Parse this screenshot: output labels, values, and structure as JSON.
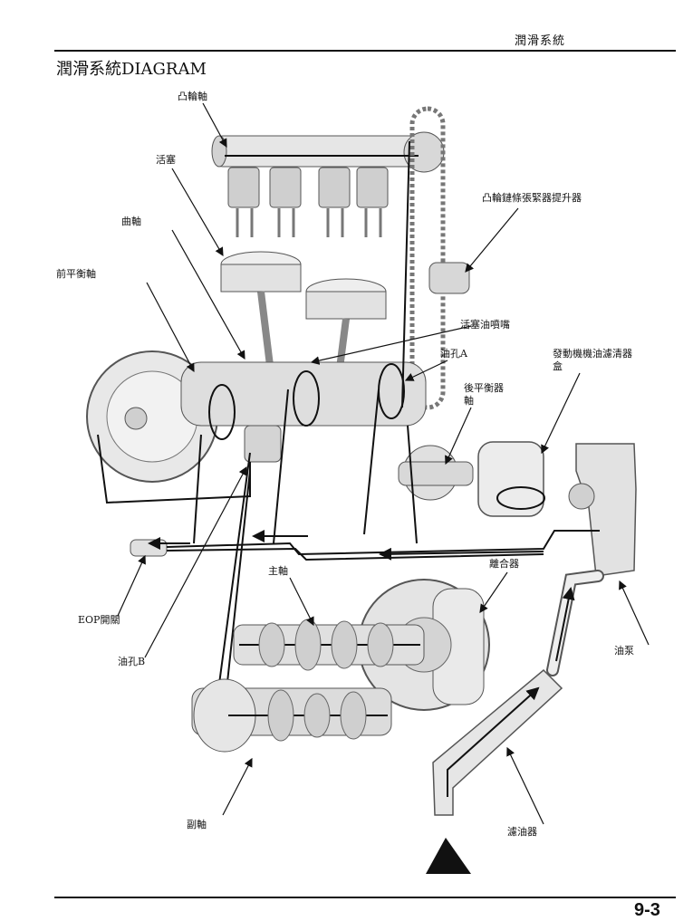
{
  "header": {
    "section_title": "潤滑系統",
    "page_number": "9-3"
  },
  "page_title": "潤滑系統DIAGRAM",
  "labels": {
    "camshaft": "凸輪軸",
    "piston": "活塞",
    "crankshaft": "曲軸",
    "front_balancer": "前平衡軸",
    "cam_chain_tensioner": "凸輪鏈條張緊器提升器",
    "piston_oil_jet": "活塞油噴嘴",
    "oil_hole_a": "油孔A",
    "oil_filter_cartridge_line1": "發動機機油濾清器",
    "oil_filter_cartridge_line2": "盒",
    "rear_balancer_line1": "後平衡器",
    "rear_balancer_line2": "軸",
    "eop_switch": "EOP開關",
    "mainshaft": "主軸",
    "clutch": "離合器",
    "oil_hole_b": "油孔B",
    "oil_pump": "油泵",
    "countershaft": "副軸",
    "oil_strainer": "濾油器"
  }
}
